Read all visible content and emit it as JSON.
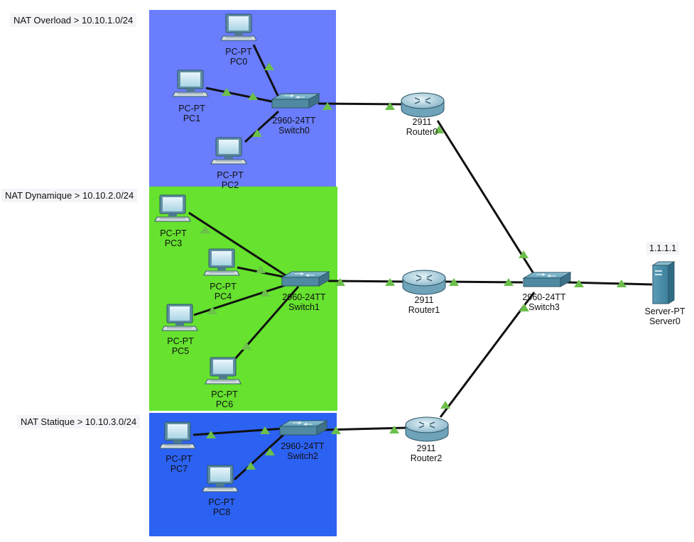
{
  "zones": {
    "overload_label": "NAT Overload > 10.10.1.0/24",
    "dynamique_label": "NAT Dynamique > 10.10.2.0/24",
    "statique_label": "NAT Statique > 10.10.3.0/24",
    "overload_color": "#6a7dfd",
    "dynamique_color": "#66e22f",
    "statique_color": "#2c62f2"
  },
  "link_color": "#111111",
  "link_status_color": "#6cbf4a",
  "server_ip": "1.1.1.1",
  "pcs": [
    {
      "model": "PC-PT",
      "name": "PC0"
    },
    {
      "model": "PC-PT",
      "name": "PC1"
    },
    {
      "model": "PC-PT",
      "name": "PC2"
    },
    {
      "model": "PC-PT",
      "name": "PC3"
    },
    {
      "model": "PC-PT",
      "name": "PC4"
    },
    {
      "model": "PC-PT",
      "name": "PC5"
    },
    {
      "model": "PC-PT",
      "name": "PC6"
    },
    {
      "model": "PC-PT",
      "name": "PC7"
    },
    {
      "model": "PC-PT",
      "name": "PC8"
    }
  ],
  "switches": [
    {
      "model": "2960-24TT",
      "name": "Switch0"
    },
    {
      "model": "2960-24TT",
      "name": "Switch1"
    },
    {
      "model": "2960-24TT",
      "name": "Switch2"
    },
    {
      "model": "2960-24TT",
      "name": "Switch3"
    }
  ],
  "routers": [
    {
      "model": "2911",
      "name": "Router0"
    },
    {
      "model": "2911",
      "name": "Router1"
    },
    {
      "model": "2911",
      "name": "Router2"
    }
  ],
  "servers": [
    {
      "model": "Server-PT",
      "name": "Server0"
    }
  ]
}
